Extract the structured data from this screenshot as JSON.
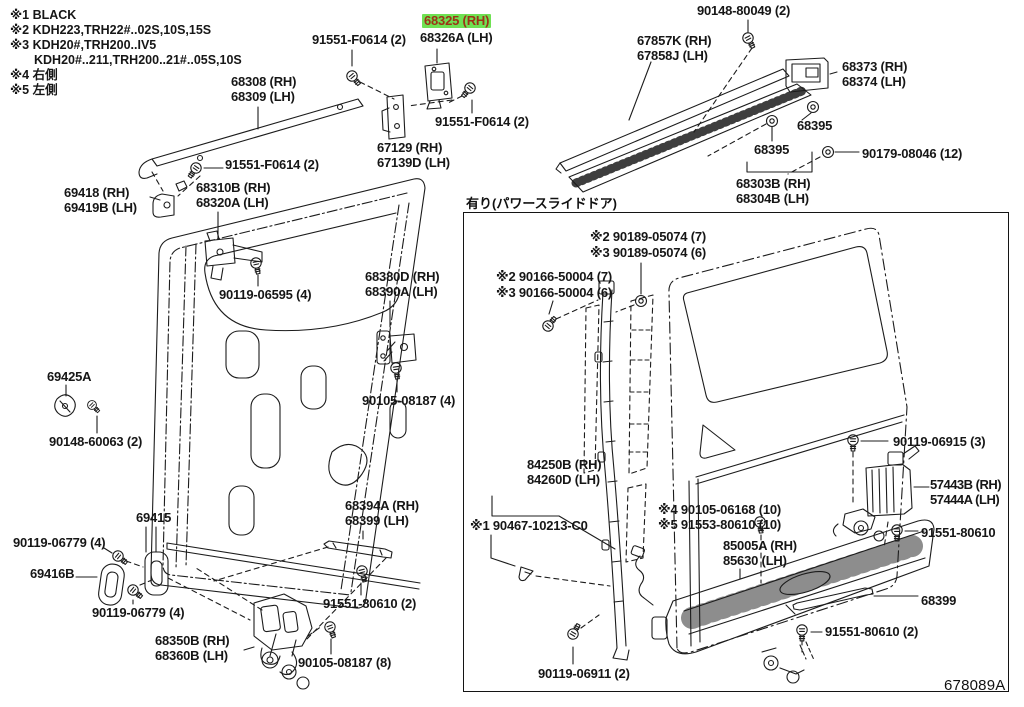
{
  "legend": {
    "lines": [
      "※1 BLACK",
      "※2 KDH223,TRH22#..02S,10S,15S",
      "※3 KDH20#,TRH200..IV5",
      "KDH20#..211,TRH200..21#..05S,10S",
      "※4 右側",
      "※5 左側"
    ]
  },
  "inset": {
    "header": "有り(パワースライドドア)"
  },
  "footer": {
    "diagram_id": "678089A"
  },
  "highlight": {
    "bg": "#6FE153",
    "text_color": "#9C3217",
    "selected_part": "68325 (RH)"
  },
  "labels": [
    {
      "text": "91551-F0614 (2)"
    },
    {
      "text": "68325 (RH)"
    },
    {
      "text": "68326A (LH)"
    },
    {
      "text": "90148-80049 (2)"
    },
    {
      "text": "67857K (RH)"
    },
    {
      "text": "67858J (LH)"
    },
    {
      "text": "68373 (RH)"
    },
    {
      "text": "68374 (LH)"
    },
    {
      "text": "68308 (RH)"
    },
    {
      "text": "68309 (LH)"
    },
    {
      "text": "91551-F0614 (2)"
    },
    {
      "text": "67129 (RH)"
    },
    {
      "text": "67139D (LH)"
    },
    {
      "text": "68395"
    },
    {
      "text": "68395"
    },
    {
      "text": "90179-08046 (12)"
    },
    {
      "text": "68303B (RH)"
    },
    {
      "text": "68304B (LH)"
    },
    {
      "text": "91551-F0614 (2)"
    },
    {
      "text": "69418 (RH)"
    },
    {
      "text": "69419B (LH)"
    },
    {
      "text": "68310B (RH)"
    },
    {
      "text": "68320A (LH)"
    },
    {
      "text": "90119-06595 (4)"
    },
    {
      "text": "68380D (RH)"
    },
    {
      "text": "68390A (LH)"
    },
    {
      "text": "90105-08187 (4)"
    },
    {
      "text": "69425A"
    },
    {
      "text": "90148-60063 (2)"
    },
    {
      "text": "69415"
    },
    {
      "text": "90119-06779 (4)"
    },
    {
      "text": "69416B"
    },
    {
      "text": "90119-06779 (4)"
    },
    {
      "text": "68350B (RH)"
    },
    {
      "text": "68360B (LH)"
    },
    {
      "text": "90105-08187 (8)"
    },
    {
      "text": "91551-80610 (2)"
    },
    {
      "text": "68394A (RH)"
    },
    {
      "text": "68399 (LH)"
    },
    {
      "text": "※2 90189-05074 (7)"
    },
    {
      "text": "※3 90189-05074 (6)"
    },
    {
      "text": "※2 90166-50004 (7)"
    },
    {
      "text": "※3 90166-50004 (6)"
    },
    {
      "text": "84250B (RH)"
    },
    {
      "text": "84260D (LH)"
    },
    {
      "text": "※1 90467-10213-C0"
    },
    {
      "text": "※4 90105-06168 (10)"
    },
    {
      "text": "※5 91553-80610 (10)"
    },
    {
      "text": "85005A (RH)"
    },
    {
      "text": "85630 (LH)"
    },
    {
      "text": "90119-06915 (3)"
    },
    {
      "text": "57443B (RH)"
    },
    {
      "text": "57444A (LH)"
    },
    {
      "text": "91551-80610"
    },
    {
      "text": "68399"
    },
    {
      "text": "91551-80610 (2)"
    },
    {
      "text": "90119-06911 (2)"
    }
  ]
}
